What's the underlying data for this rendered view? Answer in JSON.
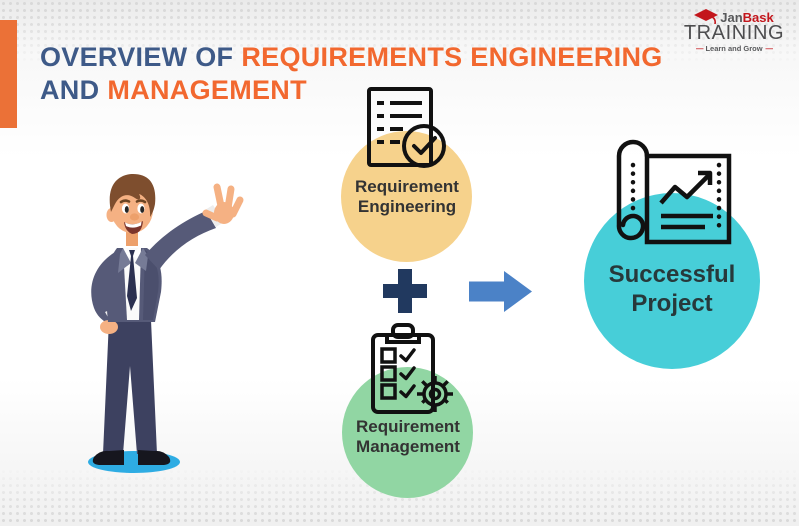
{
  "header": {
    "accent_bar_color": "#EB7137",
    "title_part1": "OVERVIEW OF",
    "title_part2": "REQUIREMENTS ENGINEERING",
    "title_part3": "AND",
    "title_part4": "MANAGEMENT",
    "title_primary_color": "#3E5A88",
    "title_accent_color": "#F2682F"
  },
  "logo": {
    "brand_part1": "Jan",
    "brand_part2": "Bask",
    "brand_line2": "TRAINING",
    "tagline": "Learn and Grow",
    "tagline_dash": "—",
    "cap_icon": "graduation-cap-icon",
    "red": "#C3161C",
    "gray": "#4D4D4F"
  },
  "diagram": {
    "engineering": {
      "line1": "Requirement",
      "line2": "Engineering",
      "circle_color": "#F6D28C",
      "icon": "document-checklist-check-icon"
    },
    "management": {
      "line1": "Requirement",
      "line2": "Management",
      "circle_color": "#91D6A3",
      "icon": "clipboard-tasks-gear-icon"
    },
    "success": {
      "line1": "Successful",
      "line2": "Project",
      "circle_color": "#47CED8",
      "icon": "blueprint-growth-chart-icon"
    },
    "plus_color": "#21395F",
    "arrow_color": "#4B82C7"
  },
  "illustration": {
    "name": "businessman-waving",
    "shadow_color": "#2EACE3"
  }
}
